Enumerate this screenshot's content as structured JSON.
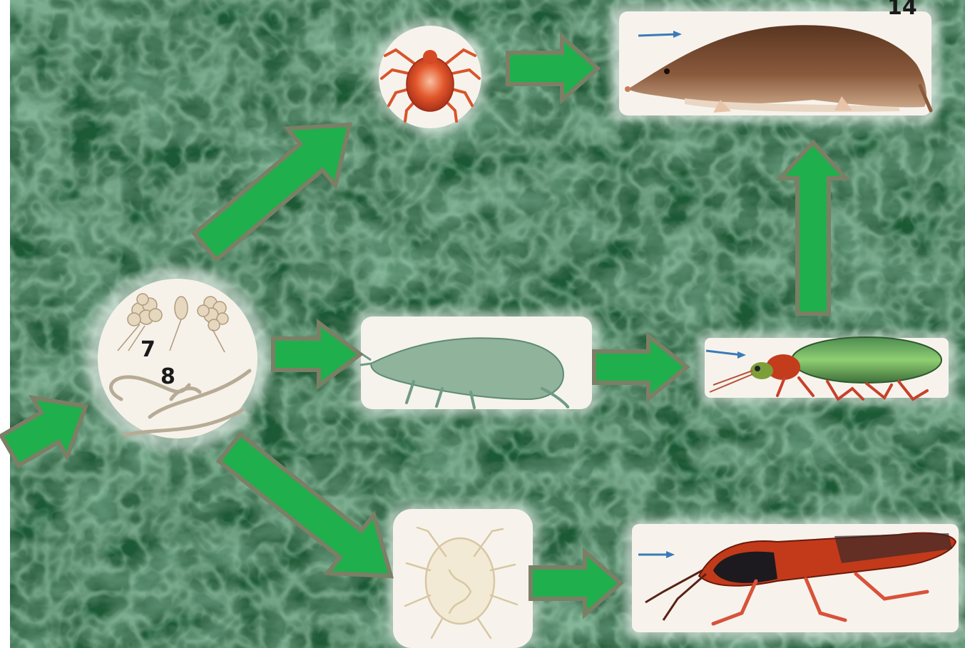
{
  "diagram": {
    "background_color": "#2c6b46",
    "arrow_fill": "#1faf4c",
    "arrow_stroke": "#7b7f66",
    "nodes": [
      {
        "id": "source",
        "icon": "spores-and-nematodes",
        "labels": [
          "7",
          "8"
        ]
      },
      {
        "id": "red-mite",
        "icon": "red-mite-icon",
        "label": ""
      },
      {
        "id": "shrew",
        "icon": "shrew-icon",
        "label": "14"
      },
      {
        "id": "springtail",
        "icon": "springtail-icon",
        "label": ""
      },
      {
        "id": "ground-beetle",
        "icon": "ground-beetle-icon",
        "label": ""
      },
      {
        "id": "white-mite",
        "icon": "white-mite-icon",
        "label": ""
      },
      {
        "id": "rove-beetle",
        "icon": "rove-beetle-icon",
        "label": ""
      }
    ],
    "edges": [
      {
        "from": "offscreen",
        "to": "source"
      },
      {
        "from": "source",
        "to": "red-mite"
      },
      {
        "from": "red-mite",
        "to": "shrew"
      },
      {
        "from": "source",
        "to": "springtail"
      },
      {
        "from": "springtail",
        "to": "ground-beetle"
      },
      {
        "from": "ground-beetle",
        "to": "shrew"
      },
      {
        "from": "source",
        "to": "white-mite"
      },
      {
        "from": "white-mite",
        "to": "rove-beetle"
      }
    ]
  }
}
